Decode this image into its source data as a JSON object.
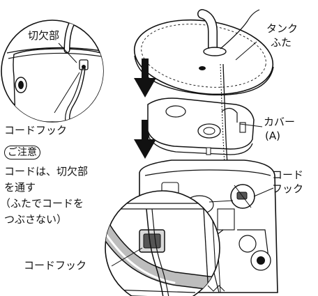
{
  "labels": {
    "kirikakebu": "切欠部",
    "tank_futa_1": "タンク",
    "tank_futa_2": "ふた",
    "cord_hook_top": "コードフック",
    "cover_a_1": "カバー",
    "cover_a_2": "(A)",
    "cord_hook_right_1": "コード",
    "cord_hook_right_2": "フック",
    "cord_hook_bottom": "コードフック"
  },
  "note": {
    "badge": "ご注意",
    "lines": [
      "コードは、切欠部",
      "を通す",
      "（ふたでコードを",
      "つぶさない）"
    ]
  },
  "colors": {
    "line": "#111111",
    "fill_light": "#f2f2f2",
    "fill_mid": "#d9d9d9",
    "fill_dark": "#555555",
    "pipe": "#bdbdbd"
  },
  "icons": [
    "down-arrow-icon",
    "down-arrow-icon"
  ]
}
